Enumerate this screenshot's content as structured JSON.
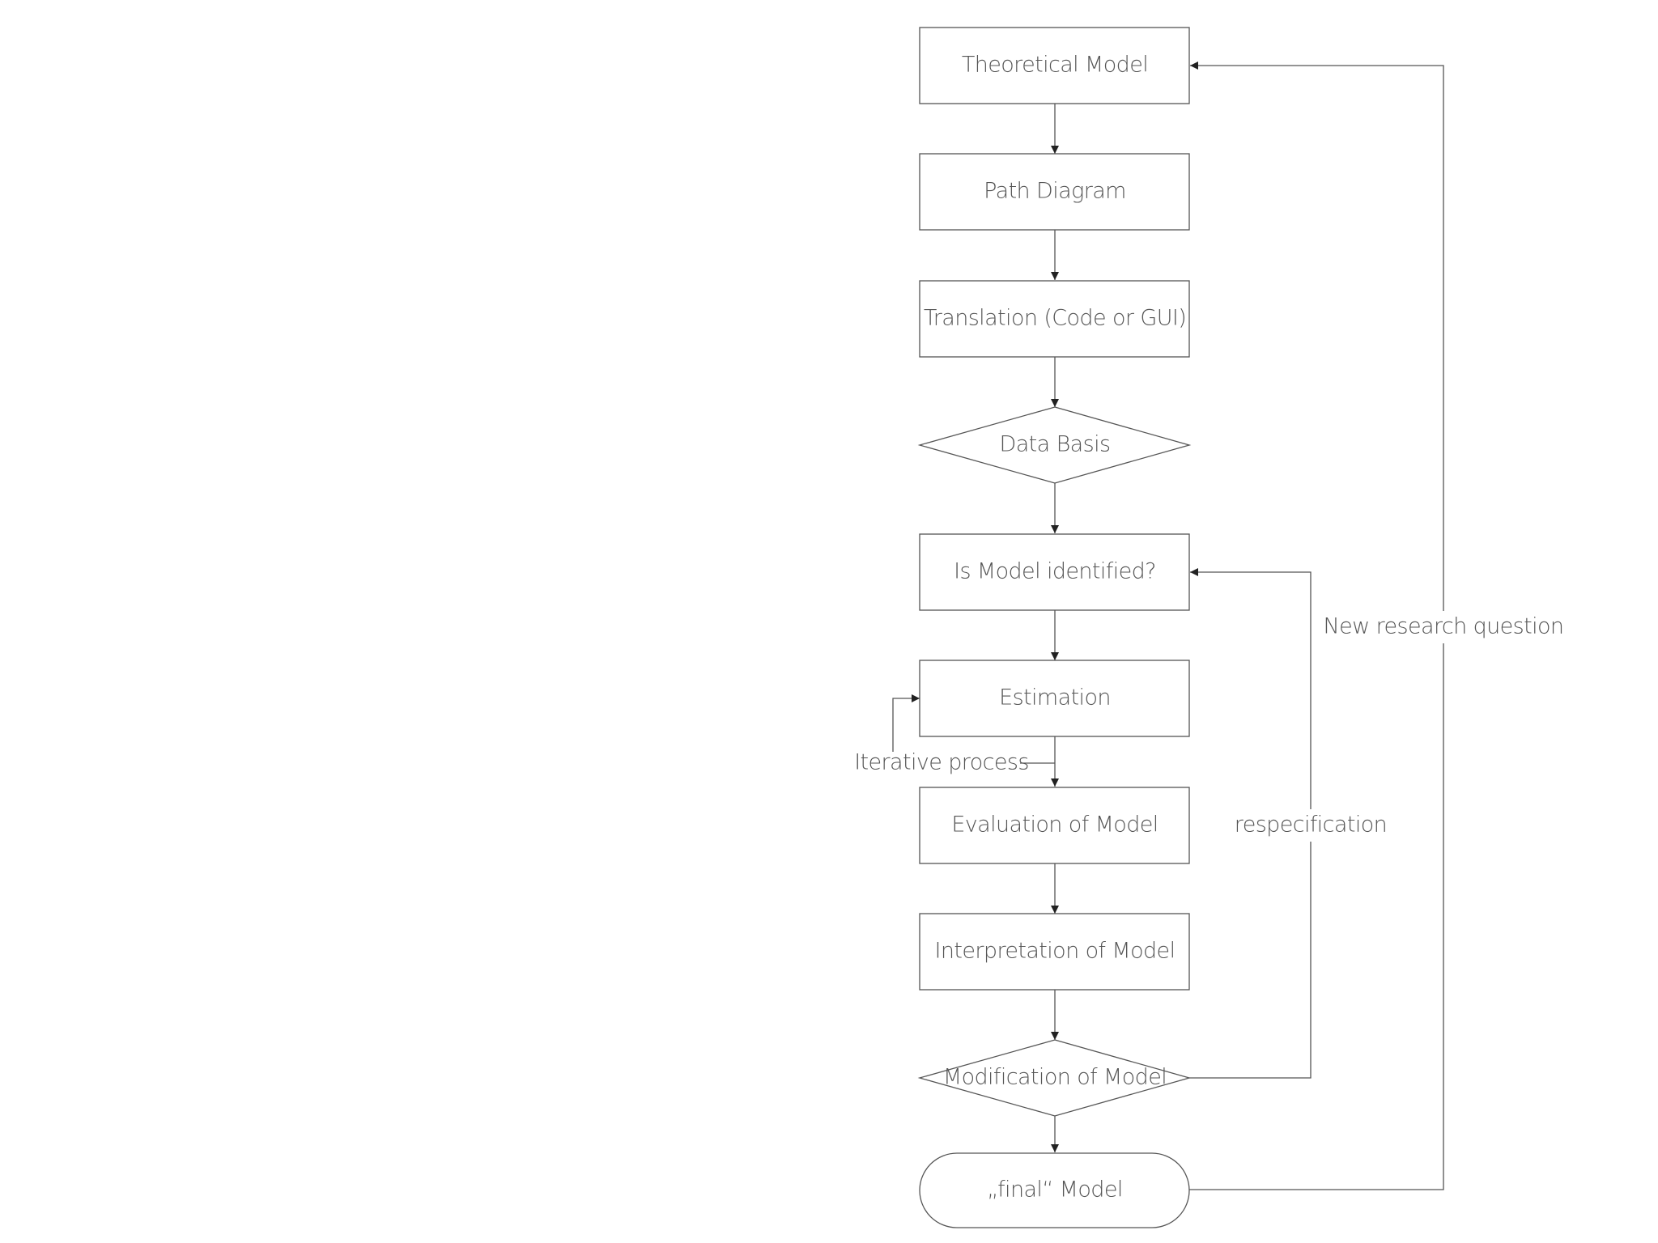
{
  "nodes": {
    "theoretical_model": "Theoretical Model",
    "path_diagram": "Path Diagram",
    "translation": "Translation (Code or GUI)",
    "data_basis": "Data Basis",
    "is_model_identified": "Is Model identified?",
    "estimation": "Estimation",
    "evaluation": "Evaluation of Model",
    "interpretation": "Interpretation of Model",
    "modification": "Modification of Model",
    "final_model": "„final“ Model"
  },
  "edge_labels": {
    "iterative_process": "Iterative process",
    "respecification": "respecification",
    "new_research_question": "New research question"
  },
  "colors": {
    "stroke": "#555555",
    "text": "#555555",
    "background": "#ffffff"
  }
}
